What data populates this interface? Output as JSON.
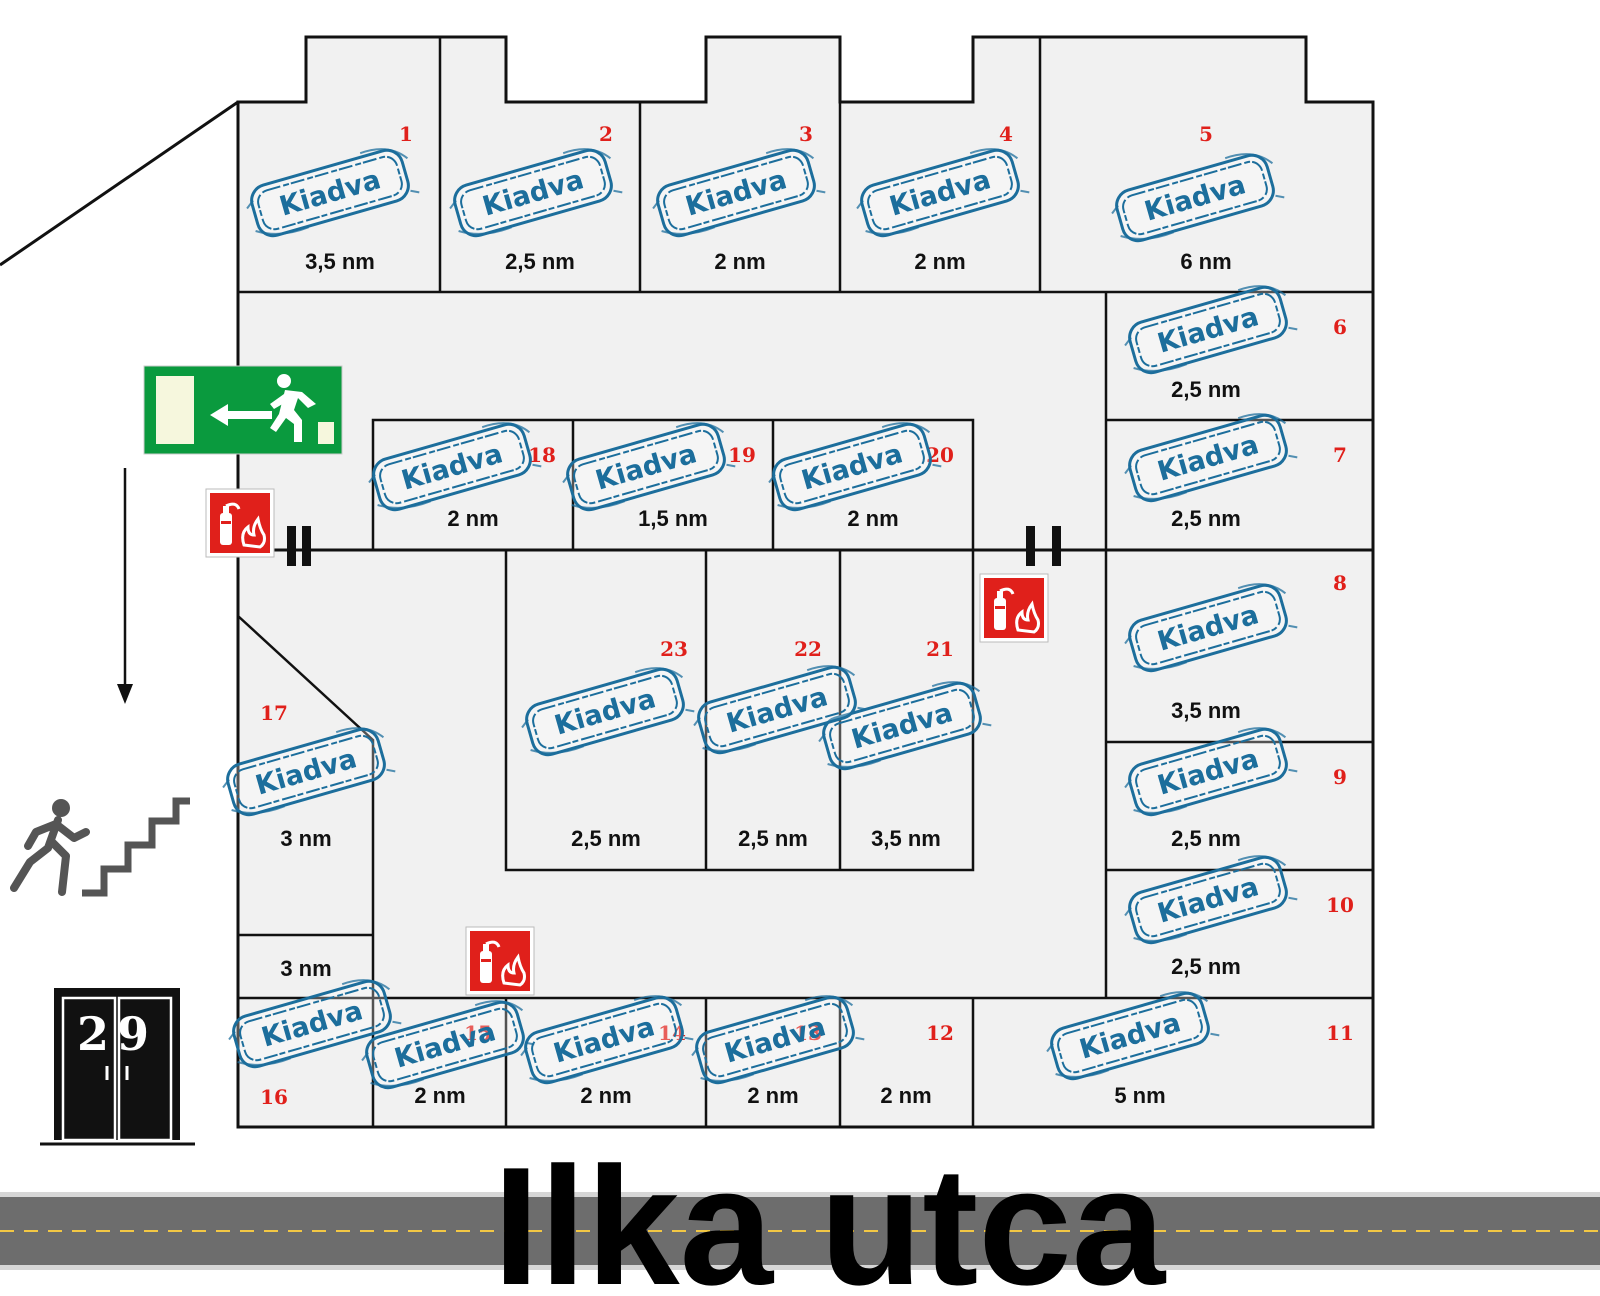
{
  "street": {
    "name": "Ilka utca"
  },
  "building": {
    "number": "29"
  },
  "stamp_label": "Kiadva",
  "colors": {
    "room_fill": "#f1f1f1",
    "wall": "#111111",
    "stamp": "#1c6e9c",
    "room_number": "#e0201b",
    "exit_sign": "#0a9a3e",
    "extinguisher_sign": "#e0201b",
    "road": "#6d6d6d",
    "road_dash": "#f2c744"
  },
  "icons": [
    "exit-sign-icon",
    "fire-extinguisher-icon",
    "stairs-icon",
    "door-icon",
    "arrow-down-icon"
  ],
  "rooms": [
    {
      "number": "1",
      "area": "3,5 nm",
      "status": "Kiadva"
    },
    {
      "number": "2",
      "area": "2,5 nm",
      "status": "Kiadva"
    },
    {
      "number": "3",
      "area": "2 nm",
      "status": "Kiadva"
    },
    {
      "number": "4",
      "area": "2 nm",
      "status": "Kiadva"
    },
    {
      "number": "5",
      "area": "6 nm",
      "status": "Kiadva"
    },
    {
      "number": "6",
      "area": "2,5 nm",
      "status": "Kiadva"
    },
    {
      "number": "7",
      "area": "2,5 nm",
      "status": "Kiadva"
    },
    {
      "number": "8",
      "area": "3,5 nm",
      "status": "Kiadva"
    },
    {
      "number": "9",
      "area": "2,5 nm",
      "status": "Kiadva"
    },
    {
      "number": "10",
      "area": "2,5 nm",
      "status": "Kiadva"
    },
    {
      "number": "11",
      "area": "5 nm",
      "status": "Kiadva"
    },
    {
      "number": "12",
      "area": "2 nm",
      "status": ""
    },
    {
      "number": "13",
      "area": "2 nm",
      "status": "Kiadva"
    },
    {
      "number": "14",
      "area": "2 nm",
      "status": "Kiadva"
    },
    {
      "number": "15",
      "area": "2 nm",
      "status": "Kiadva"
    },
    {
      "number": "16",
      "area": "3 nm",
      "status": "Kiadva"
    },
    {
      "number": "17",
      "area": "3 nm",
      "status": "Kiadva"
    },
    {
      "number": "18",
      "area": "2 nm",
      "status": "Kiadva"
    },
    {
      "number": "19",
      "area": "1,5 nm",
      "status": "Kiadva"
    },
    {
      "number": "20",
      "area": "2 nm",
      "status": "Kiadva"
    },
    {
      "number": "21",
      "area": "3,5 nm",
      "status": "Kiadva"
    },
    {
      "number": "22",
      "area": "2,5 nm",
      "status": "Kiadva"
    },
    {
      "number": "23",
      "area": "2,5 nm",
      "status": "Kiadva"
    }
  ]
}
